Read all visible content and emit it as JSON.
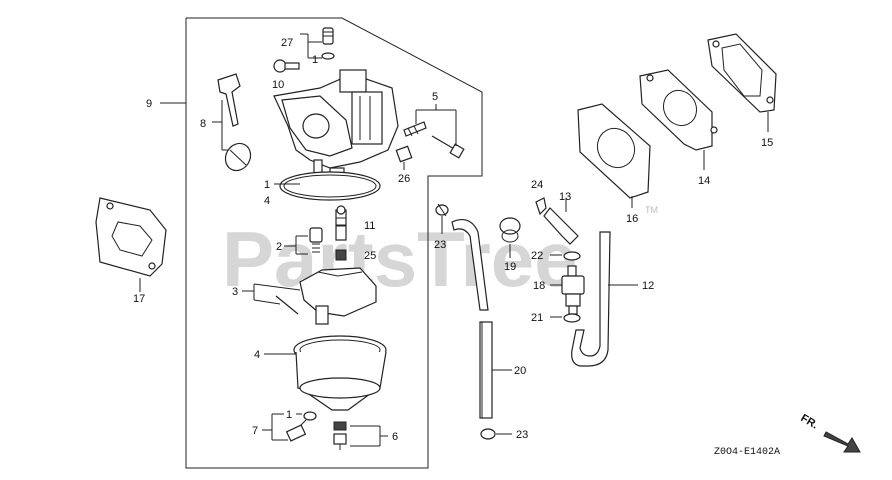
{
  "watermark": "PartsTree",
  "trademark": "TM",
  "diagram_code": "Z0O4-E1402A",
  "direction_label": "FR.",
  "callouts": [
    "27",
    "1",
    "10",
    "9",
    "8",
    "5",
    "26",
    "1",
    "4",
    "11",
    "2",
    "25",
    "3",
    "4",
    "7",
    "1",
    "6",
    "17",
    "23",
    "19",
    "24",
    "13",
    "22",
    "18",
    "21",
    "12",
    "20",
    "23",
    "16",
    "14",
    "15"
  ]
}
